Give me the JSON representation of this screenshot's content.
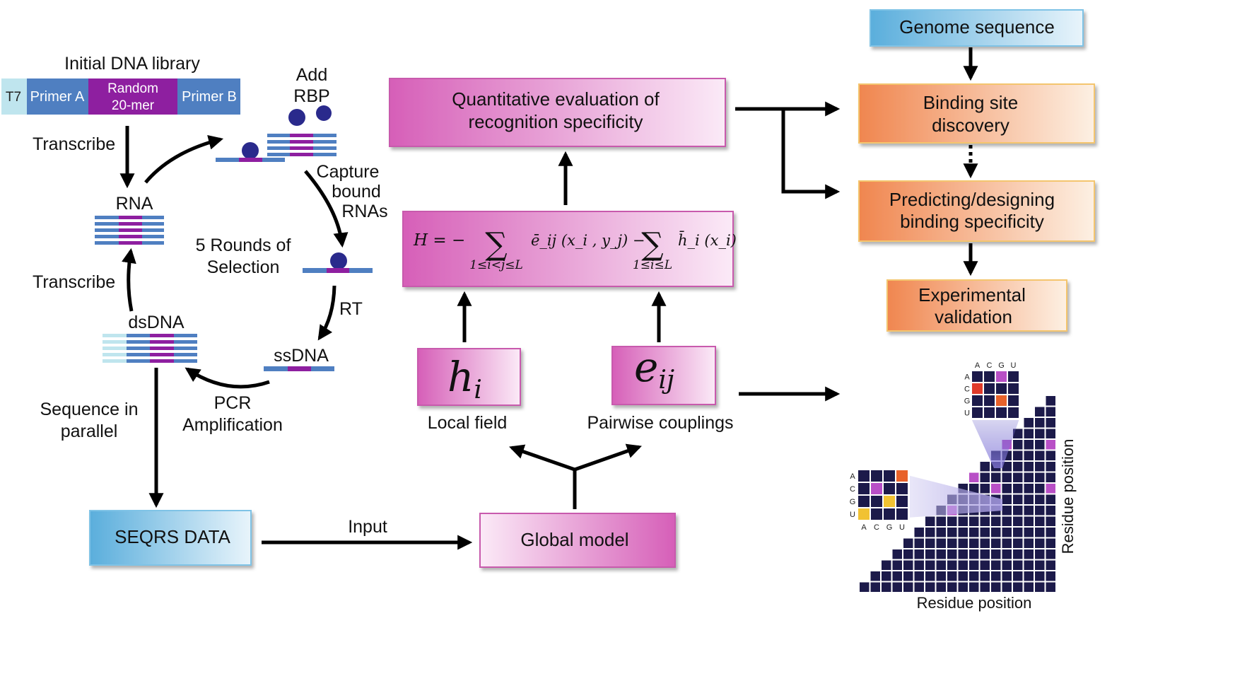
{
  "selex": {
    "library_title": "Initial DNA library",
    "segments": {
      "t7": "T7",
      "primer_a": "Primer A",
      "random_line1": "Random",
      "random_line2": "20-mer",
      "primer_b": "Primer B"
    },
    "transcribe_top": "Transcribe",
    "transcribe_bottom": "Transcribe",
    "rna": "RNA",
    "add_rbp_line1": "Add",
    "add_rbp_line2": "RBP",
    "capture_line1": "Capture",
    "capture_line2": "bound",
    "capture_line3": "RNAs",
    "rounds_line1": "5 Rounds of",
    "rounds_line2": "Selection",
    "rt": "RT",
    "ssdna": "ssDNA",
    "pcr_line1": "PCR",
    "pcr_line2": "Amplification",
    "dsdna": "dsDNA",
    "sequence_line1": "Sequence in",
    "sequence_line2": "parallel",
    "seqrs": "SEQRS DATA",
    "input": "Input"
  },
  "model": {
    "global": "Global model",
    "local_field_label": "Local field",
    "pairwise_label": "Pairwise couplings",
    "quant_line1": "Quantitative evaluation of",
    "quant_line2": "recognition specificity",
    "hamiltonian": {
      "lhs": "H = −",
      "sum1_sub": "1≤i<j≤L",
      "term1": "ē_ij (x_i , y_j) −",
      "sum2_sub": "1≤i≤L",
      "term2": "h̄_i (x_i)"
    }
  },
  "pipeline": {
    "genome": "Genome sequence",
    "binding_line1": "Binding site",
    "binding_line2": "discovery",
    "predict_line1": "Predicting/designing",
    "predict_line2": "binding specificity",
    "validation_line1": "Experimental",
    "validation_line2": "validation"
  },
  "heatmap": {
    "xlabel": "Residue position",
    "ylabel": "Residue position",
    "bases": [
      "A",
      "C",
      "G",
      "U"
    ]
  },
  "colors": {
    "blue_segment": "#4f7fc1",
    "purple_segment": "#8e1fa0",
    "light_cyan": "#bfe5ee",
    "rbp_ball": "#2a2a8c",
    "navy_cell": "#1c1a4a",
    "magenta_cell": "#b84fc6",
    "orange_cell": "#e8622a",
    "red_cell": "#e03a2a",
    "yellow_cell": "#f1c232"
  }
}
